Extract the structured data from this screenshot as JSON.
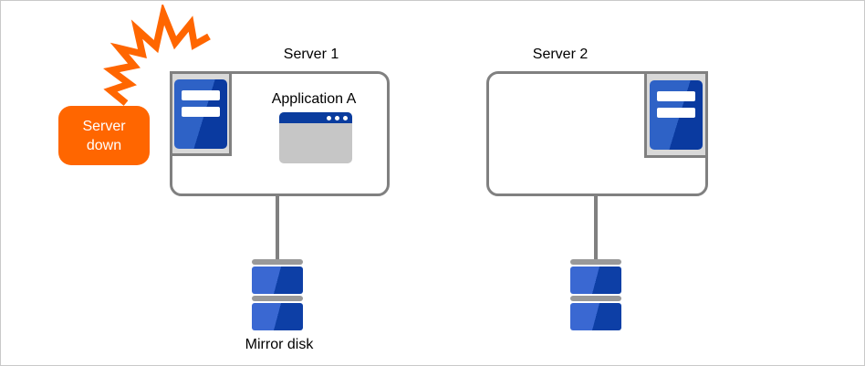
{
  "alert": {
    "label": "Server down",
    "bg_color": "#FF6600",
    "text_color": "#FFFFFF"
  },
  "servers": [
    {
      "name": "Server 1",
      "application": "Application A"
    },
    {
      "name": "Server 2"
    }
  ],
  "storage": {
    "mirror_disk_label": "Mirror disk"
  },
  "icons": {
    "crash": "crash-flash-icon",
    "server": "server-tower-icon",
    "application": "app-window-icon",
    "disk": "disk-stack-icon"
  },
  "colors": {
    "accent_orange": "#FF6600",
    "outline_gray": "#808080",
    "icon_frame_gray": "#D9D9D9",
    "tower_blue_light": "#2E62C6",
    "tower_blue_dark": "#0A3AA0",
    "titlebar_blue": "#0A3C9E",
    "app_body_gray": "#C6C6C6",
    "disk_blue_light": "#3A68D2",
    "disk_blue_dark": "#0D3FA6",
    "disk_bar_gray": "#999999"
  }
}
